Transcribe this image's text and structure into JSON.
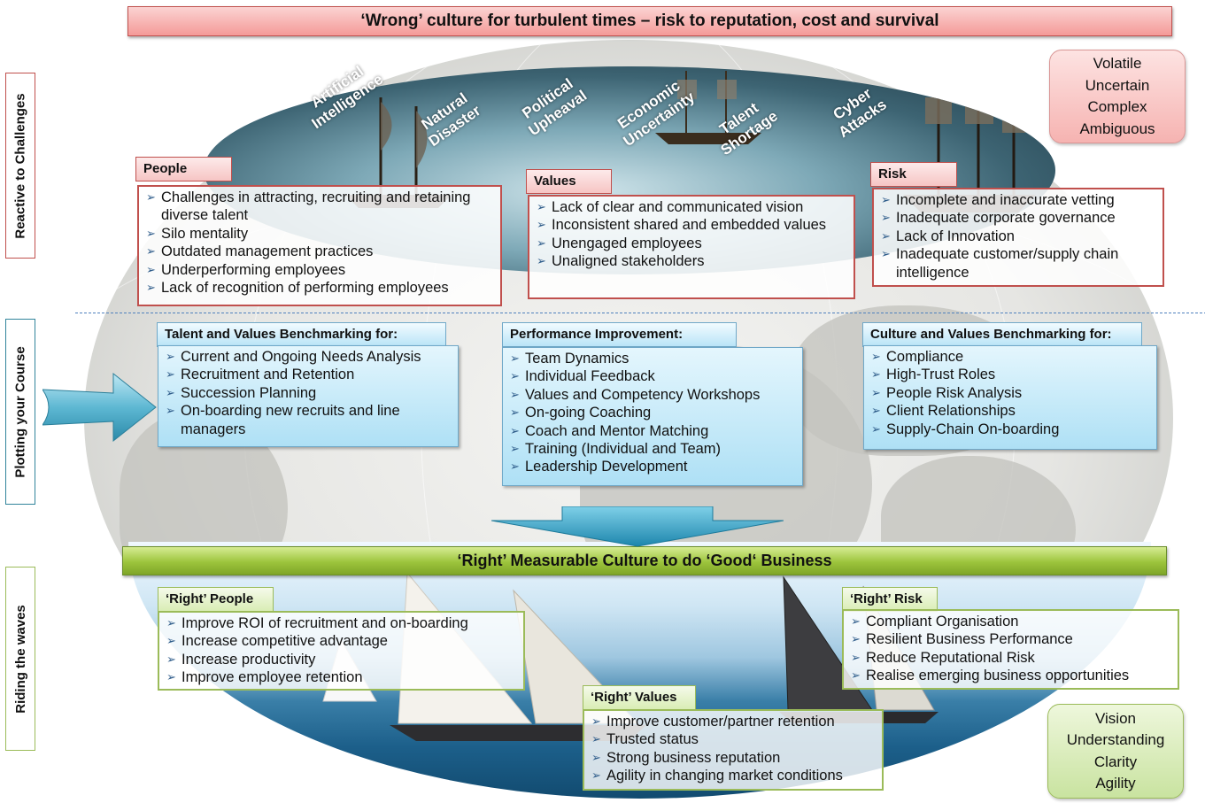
{
  "header": {
    "title": "‘Wrong’ culture for turbulent times – risk to reputation, cost and survival"
  },
  "middle_banner": {
    "title": "‘Right’  Measurable Culture to  do ‘Good‘ Business"
  },
  "side_labels": {
    "reactive": "Reactive to Challenges",
    "plotting": "Plotting your Course",
    "riding": "Riding the waves"
  },
  "storm_words": [
    "Artificial\nIntelligence",
    "Natural\nDisaster",
    "Political\nUpheaval",
    "Economic\nUncertainty",
    "Talent\nShortage",
    "Cyber\nAttacks"
  ],
  "vuca": [
    "Volatile",
    "Uncertain",
    "Complex",
    "Ambiguous"
  ],
  "vuca_positive": [
    "Vision",
    "Understanding",
    "Clarity",
    "Agility"
  ],
  "challenges": {
    "people": {
      "title": "People",
      "items": [
        "Challenges in attracting, recruiting and retaining  diverse talent",
        "Silo mentality",
        "Outdated management practices",
        "Underperforming employees",
        "Lack of recognition of performing employees"
      ]
    },
    "values": {
      "title": "Values",
      "items": [
        "Lack of clear and communicated vision",
        "Inconsistent shared and embedded values",
        "Unengaged employees",
        "Unaligned stakeholders"
      ]
    },
    "risk": {
      "title": "Risk",
      "items": [
        "Incomplete and inaccurate vetting",
        "Inadequate corporate governance",
        "Lack of Innovation",
        "Inadequate customer/supply chain intelligence"
      ]
    }
  },
  "course": {
    "talent": {
      "title": "Talent  and Values Benchmarking for:",
      "items": [
        "Current and Ongoing Needs Analysis",
        "Recruitment and Retention",
        "Succession Planning",
        "On-boarding new recruits and line managers"
      ]
    },
    "performance": {
      "title": "Performance Improvement:",
      "items": [
        "Team Dynamics",
        "Individual Feedback",
        "Values and Competency Workshops",
        "On-going Coaching",
        "Coach and Mentor Matching",
        "Training (Individual and Team)",
        "Leadership Development"
      ]
    },
    "culture": {
      "title": "Culture and Values Benchmarking for:",
      "items": [
        "Compliance",
        "High-Trust Roles",
        "People Risk Analysis",
        "Client Relationships",
        "Supply-Chain On-boarding"
      ]
    }
  },
  "outcomes": {
    "people": {
      "title": "‘Right’ People",
      "items": [
        "Improve ROI of recruitment and on-boarding",
        "Increase competitive advantage",
        "Increase productivity",
        "Improve employee retention"
      ]
    },
    "values": {
      "title": "‘Right’ Values",
      "items": [
        "Improve customer/partner retention",
        "Trusted status",
        "Strong business reputation",
        "Agility in changing market conditions"
      ]
    },
    "risk": {
      "title": "‘Right’ Risk",
      "items": [
        "Compliant Organisation",
        "Resilient Business Performance",
        "Reduce Reputational Risk",
        "Realise emerging business opportunities"
      ]
    }
  }
}
